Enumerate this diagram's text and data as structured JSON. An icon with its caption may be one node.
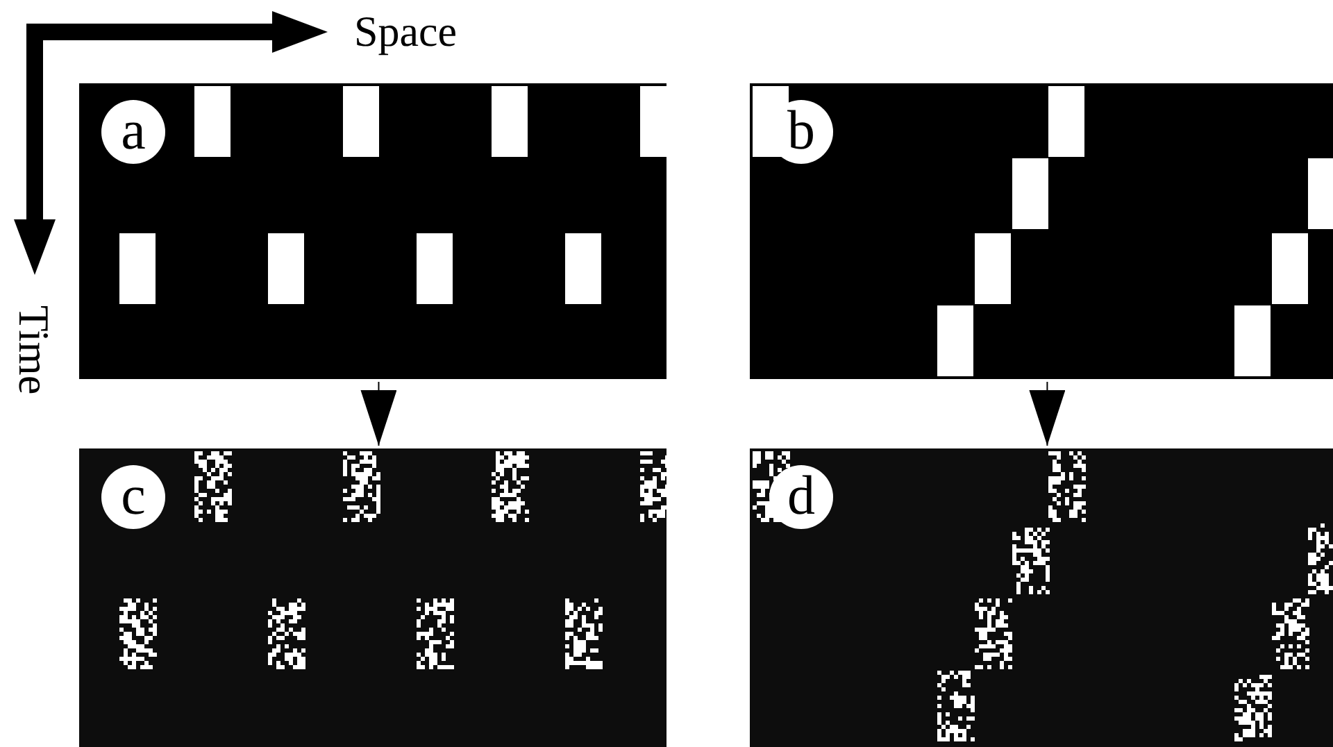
{
  "diagram": {
    "nodes": [
      {
        "text": [
          "a"
        ]
      },
      {
        "text": [
          "b"
        ]
      },
      {
        "text": [
          "c"
        ]
      },
      {
        "text": [
          "d"
        ]
      }
    ],
    "edges": [
      {
        "from": 0,
        "to": 2,
        "arrow": "to"
      },
      {
        "from": 1,
        "to": 3,
        "arrow": "to"
      }
    ],
    "labels": [
      "Space",
      "Time"
    ]
  }
}
